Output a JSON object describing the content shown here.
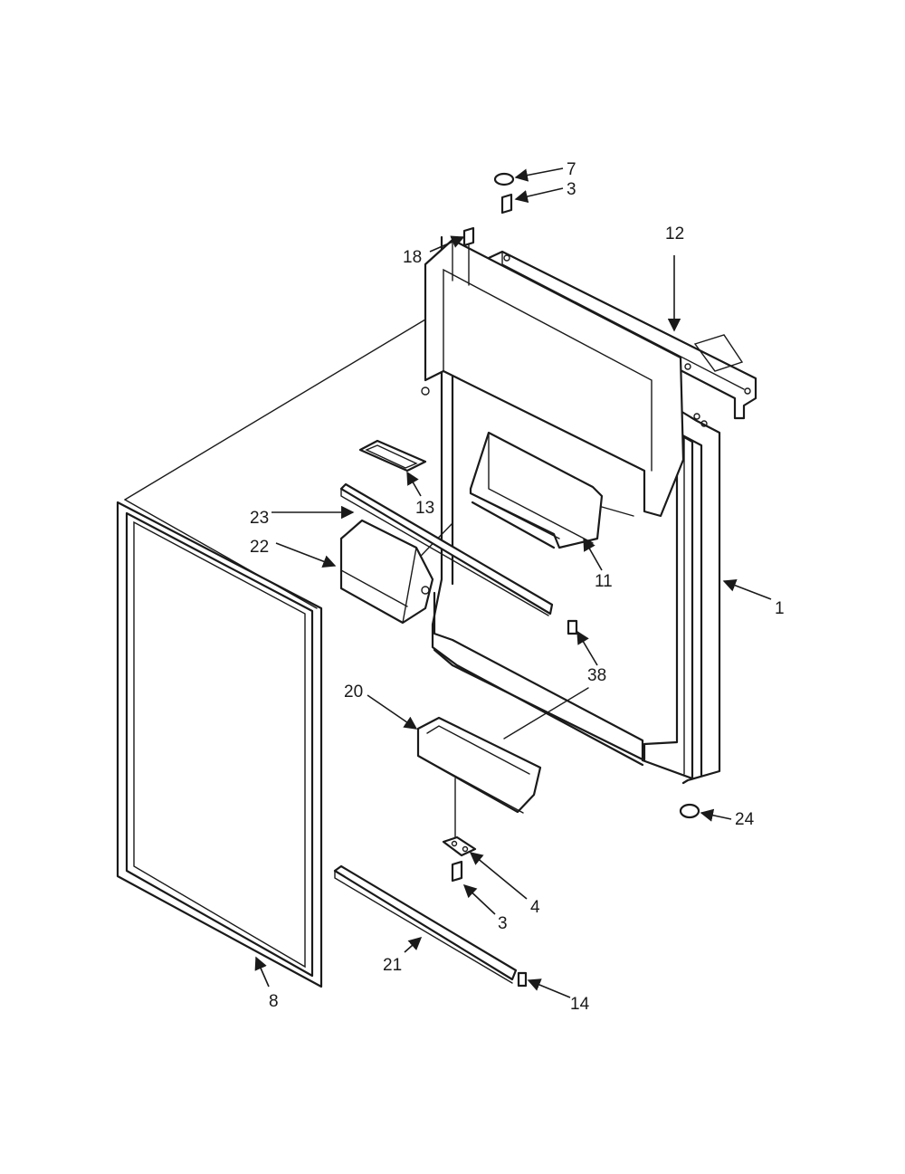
{
  "diagram": {
    "callouts": [
      "7",
      "3",
      "12",
      "18",
      "13",
      "23",
      "22",
      "11",
      "1",
      "38",
      "20",
      "24",
      "4",
      "3",
      "21",
      "14",
      "8"
    ]
  }
}
